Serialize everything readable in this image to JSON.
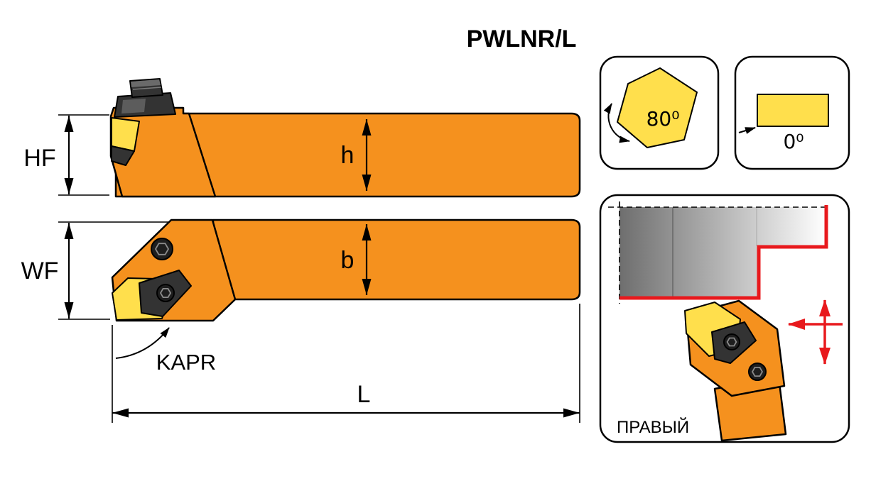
{
  "title": "PWLNR/L",
  "colors": {
    "orange": "#F5911E",
    "yellow": "#FFDF4C",
    "dark": "#333333",
    "red": "#E8191D",
    "workDark": "#6E6E6E",
    "workMid": "#BDBDBD",
    "workLight": "#FFFFFF"
  },
  "side_view": {
    "label_hf": "HF",
    "label_h": "h"
  },
  "plan_view": {
    "label_wf": "WF",
    "label_b": "b",
    "label_kapr": "KAPR",
    "label_l": "L"
  },
  "insert_panel": {
    "angle_label": "80⁰"
  },
  "rake_panel": {
    "angle_label": "0⁰"
  },
  "application_panel": {
    "hand_label": "ПРАВЫЙ"
  }
}
